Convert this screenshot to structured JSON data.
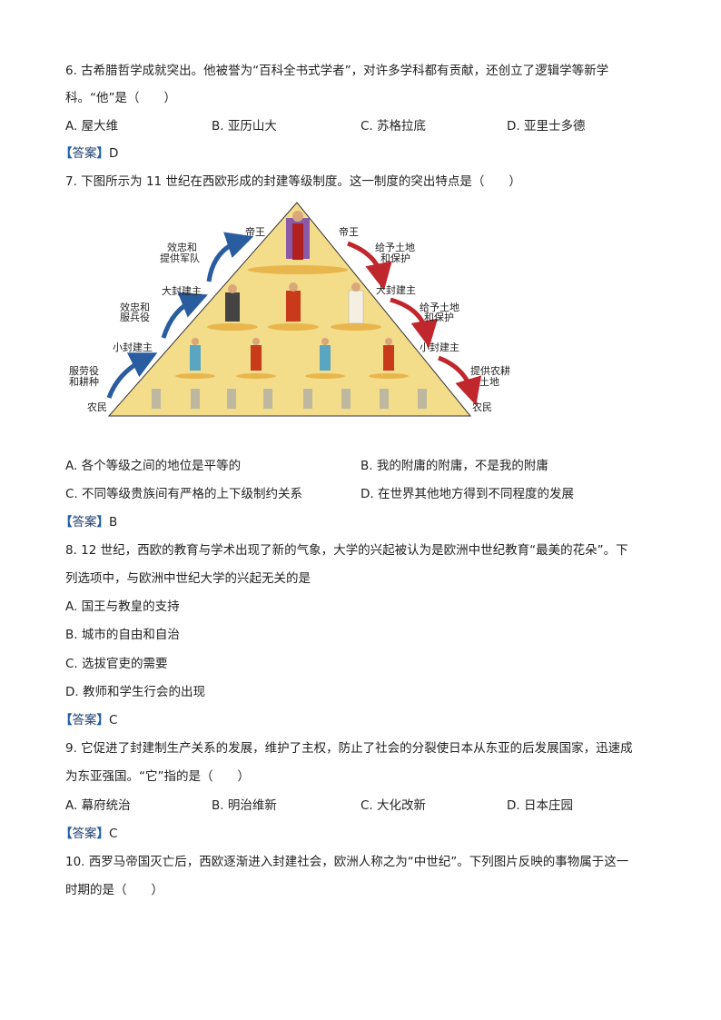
{
  "answer_label": "答案",
  "q6": {
    "line1": "6. 古希腊哲学成就突出。他被誉为“百科全书式学者”，对许多学科都有贡献，还创立了逻辑学等新学",
    "line2": "科。“他”是（　　）",
    "options": [
      "A. 屋大维",
      "B. 亚历山大",
      "C. 苏格拉底",
      "D. 亚里士多德"
    ],
    "answer": "D"
  },
  "q7": {
    "line1": "7. 下图所示为 11 世纪在西欧形成的封建等级制度。这一制度的突出特点是（　　）",
    "figure": {
      "left_labels": [
        "帝王",
        "效忠和",
        "提供军队",
        "大封建主",
        "效忠和",
        "服兵役",
        "小封建主",
        "服劳役",
        "和耕种",
        "农民"
      ],
      "right_labels": [
        "帝王",
        "给予土地",
        "和保护",
        "大封建主",
        "给予土地",
        "和保护",
        "小封建主",
        "提供农耕",
        "土地",
        "农民"
      ],
      "colors": {
        "pyramid": "#f3dc8a",
        "up_arrow": "#2a5d9f",
        "down_arrow": "#c0272d"
      }
    },
    "options": [
      "A. 各个等级之间的地位是平等的",
      "B. 我的附庸的附庸，不是我的附庸",
      "C. 不同等级贵族间有严格的上下级制约关系",
      "D. 在世界其他地方得到不同程度的发展"
    ],
    "answer": "B"
  },
  "q8": {
    "line1": "8. 12 世纪，西欧的教育与学术出现了新的气象，大学的兴起被认为是欧洲中世纪教育“最美的花朵”。下",
    "line2": "列选项中，与欧洲中世纪大学的兴起无关的是",
    "options": [
      "A. 国王与教皇的支持",
      "B. 城市的自由和自治",
      "C. 选拔官吏的需要",
      "D. 教师和学生行会的出现"
    ],
    "answer": "C"
  },
  "q9": {
    "line1": "9. 它促进了封建制生产关系的发展，维护了主权，防止了社会的分裂使日本从东亚的后发展国家，迅速成",
    "line2": "为东亚强国。“它”指的是（　　）",
    "options": [
      "A. 幕府统治",
      "B. 明治维新",
      "C. 大化改新",
      "D. 日本庄园"
    ],
    "answer": "C"
  },
  "q10": {
    "line1": "10. 西罗马帝国灭亡后，西欧逐渐进入封建社会，欧洲人称之为“中世纪”。下列图片反映的事物属于这一",
    "line2": "时期的是（　　）"
  }
}
